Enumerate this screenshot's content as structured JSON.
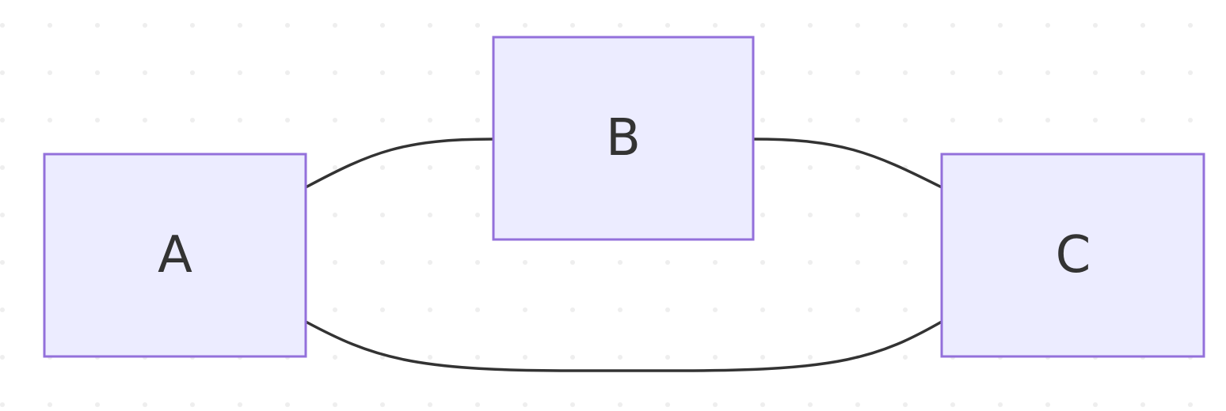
{
  "diagram": {
    "type": "flowchart",
    "nodes": [
      {
        "id": "A",
        "label": "A"
      },
      {
        "id": "B",
        "label": "B"
      },
      {
        "id": "C",
        "label": "C"
      }
    ],
    "edges": [
      {
        "from": "A",
        "to": "B"
      },
      {
        "from": "B",
        "to": "C"
      },
      {
        "from": "A",
        "to": "C"
      }
    ],
    "colors": {
      "node_fill": "#ECECFF",
      "node_stroke": "#9370DB",
      "edge": "#333333",
      "grid_dot": "#EEEEEE"
    }
  }
}
